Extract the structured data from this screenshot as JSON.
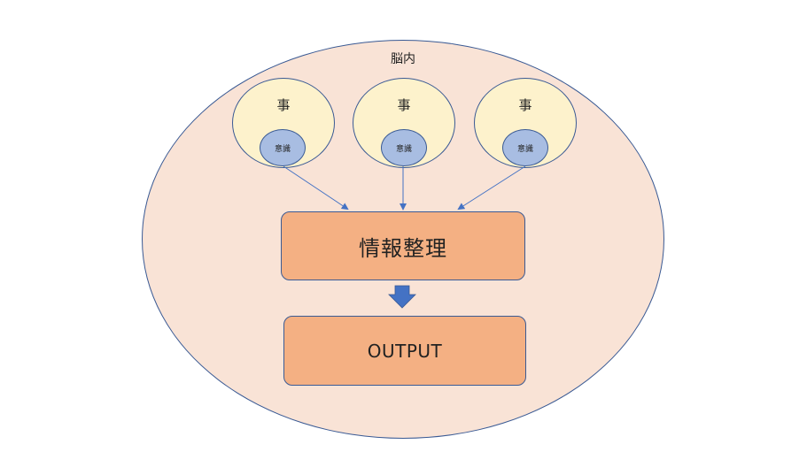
{
  "diagram": {
    "brain_label": "脳内",
    "things": [
      {
        "label": "事",
        "awareness_label": "意識"
      },
      {
        "label": "事",
        "awareness_label": "意識"
      },
      {
        "label": "事",
        "awareness_label": "意識"
      }
    ],
    "process_label": "情報整理",
    "output_label": "OUTPUT"
  },
  "colors": {
    "brain_fill": "#f9e3d6",
    "thing_fill": "#fdf2cc",
    "awareness_fill": "#a8bde2",
    "box_fill": "#f4b083",
    "outline": "#3a5a94",
    "arrow": "#4472c4"
  }
}
